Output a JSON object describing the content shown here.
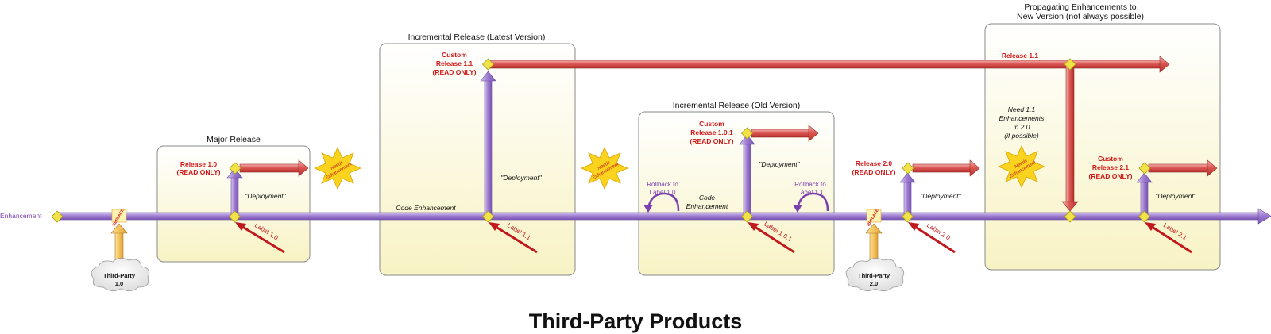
{
  "diagram": {
    "footer": "Third-Party Products",
    "start_label": "Enhancement",
    "boxes": {
      "major": "Major Release",
      "latest": "Incremental Release (Latest Version)",
      "old": "Incremental Release (Old Version)",
      "propagate_line1": "Propagating Enhancements to",
      "propagate_line2": "New Version (not always possible)"
    },
    "releases": {
      "r10": [
        "Release 1.0",
        "(READ ONLY)"
      ],
      "r11": [
        "Custom",
        "Release 1.1",
        "(READ ONLY)"
      ],
      "r101": [
        "Custom",
        "Release 1.0.1",
        "(READ ONLY)"
      ],
      "r20": [
        "Release 2.0",
        "(READ ONLY)"
      ],
      "r21": [
        "Custom",
        "Release 2.1",
        "(READ ONLY)"
      ],
      "r11_top": "Release 1.1"
    },
    "deployment": "\"Deployment\"",
    "code_enhancement": "Code Enhancement",
    "code_enhancement_old": [
      "Code",
      "Enhancement"
    ],
    "rollback_10": [
      "Rollback to",
      "Label 1.0"
    ],
    "rollback_11": [
      "Rollback to",
      "Label 1.1"
    ],
    "labels": [
      "Label 1.0",
      "Label 1.1",
      "Label 1.0.1",
      "Label 2.0",
      "Label 2.1"
    ],
    "needs_enhancement": [
      "Needs",
      "Enhancement"
    ],
    "need_text": [
      "Need 1.1",
      "Enhancements",
      "in 2.0",
      "(if possible)"
    ],
    "third_party_10": [
      "Third-Party",
      "1.0"
    ],
    "third_party_20": [
      "Third-Party",
      "2.0"
    ],
    "replace_tag": "REPLACE"
  },
  "colors": {
    "box_fill": "#fdfbe0",
    "box_stroke": "#8a8a8a",
    "purple": "#a98fd6",
    "red": "#d9534f",
    "yellow_arrow": "#f5c25a",
    "diamond": "#f2e24a",
    "star": "#f9d31d"
  }
}
